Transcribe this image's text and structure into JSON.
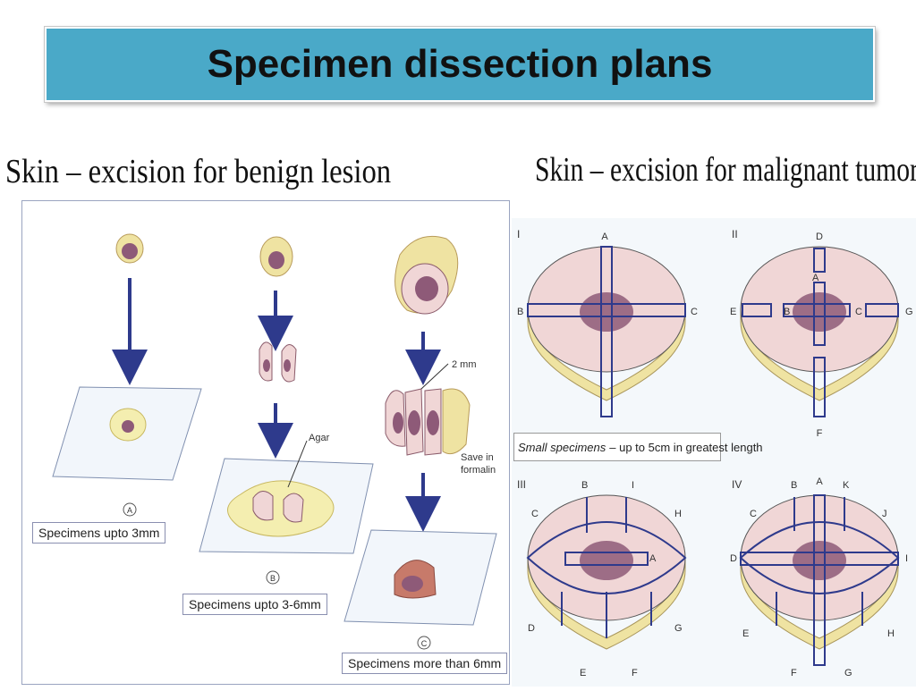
{
  "slide": {
    "title": "Specimen dissection plans"
  },
  "benign": {
    "heading": "Skin – excision for benign lesion",
    "labels": {
      "a_letter": "A",
      "b_letter": "B",
      "c_letter": "C",
      "a_caption": "Specimens upto 3mm",
      "b_caption": "Specimens upto 3-6mm",
      "c_caption": "Specimens more than 6mm",
      "agar": "Agar",
      "two_mm": "2 mm",
      "save_line1": "Save in",
      "save_line2": "formalin"
    }
  },
  "malignant": {
    "heading": "Skin – excision for malignant tumor",
    "small_caption_em": "Small specimens",
    "small_caption_rest": "– up to 5cm in greatest length",
    "panels": {
      "I": {
        "numeral": "I",
        "letters": [
          "A",
          "B",
          "C"
        ]
      },
      "II": {
        "numeral": "II",
        "letters": [
          "D",
          "A",
          "E",
          "B",
          "C",
          "G",
          "F"
        ]
      },
      "III": {
        "numeral": "III",
        "letters": [
          "B",
          "I",
          "C",
          "H",
          "A",
          "D",
          "G",
          "E",
          "F"
        ]
      },
      "IV": {
        "numeral": "IV",
        "letters": [
          "B",
          "A",
          "K",
          "C",
          "J",
          "D",
          "I",
          "E",
          "H",
          "F",
          "G"
        ]
      }
    }
  },
  "colors": {
    "title_bar": "#4aa9c8",
    "arrow": "#2e3a8c",
    "tissue_pink": "#f0d6d6",
    "tumor_purple": "#8e5a78",
    "fat_yellow": "#efe3a2"
  }
}
